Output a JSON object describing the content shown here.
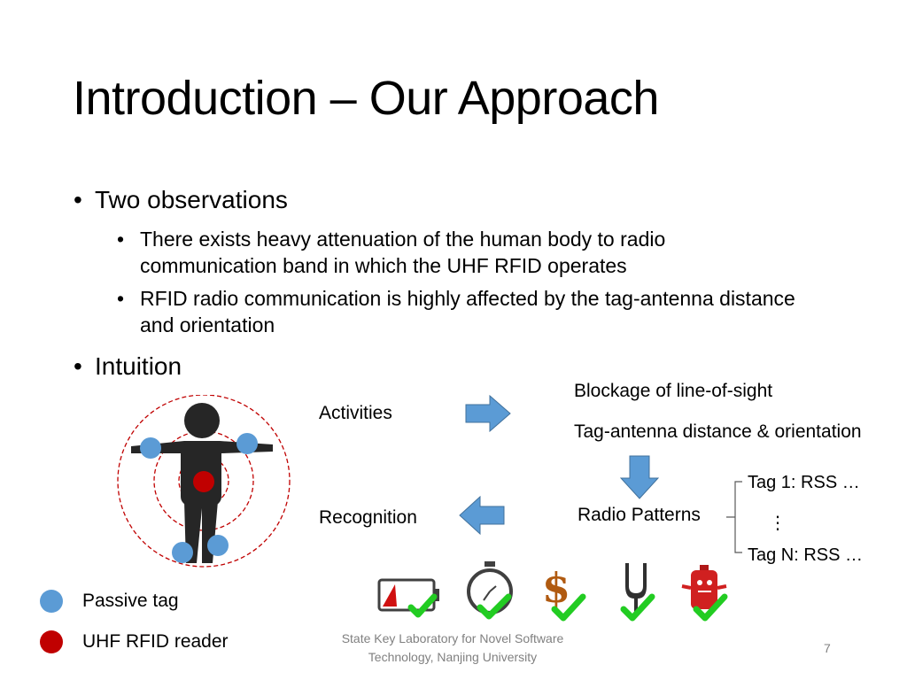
{
  "slide": {
    "title": "Introduction – Our Approach",
    "bullets": {
      "b1": "Two observations",
      "sub1": "There exists heavy attenuation of the human body to radio communication band in which the UHF RFID operates",
      "sub2": "RFID radio communication is highly affected by the tag-antenna distance and orientation",
      "b2": "Intuition"
    },
    "bullet_glyph": "•"
  },
  "diagram": {
    "activities": "Activities",
    "blockage": "Blockage of line-of-sight",
    "tag_antenna": "Tag-antenna distance & orientation",
    "radio_patterns": "Radio Patterns",
    "recognition": "Recognition",
    "tag1": "Tag 1: RSS …",
    "ellipsis": "⋮",
    "tagN": "Tag N: RSS …",
    "arrow_color": "#5b9bd5"
  },
  "legend": {
    "passive_tag": "Passive tag",
    "reader": "UHF RFID reader",
    "tag_color": "#5b9bd5",
    "reader_color": "#c00000"
  },
  "icons": [
    "battery-icon",
    "stopwatch-icon",
    "dollar-icon",
    "tuning-fork-icon",
    "robot-phone-icon",
    "check-icon"
  ],
  "footer": {
    "line1": "State Key Laboratory for Novel Software",
    "line2": "Technology, Nanjing University",
    "page": "7"
  }
}
